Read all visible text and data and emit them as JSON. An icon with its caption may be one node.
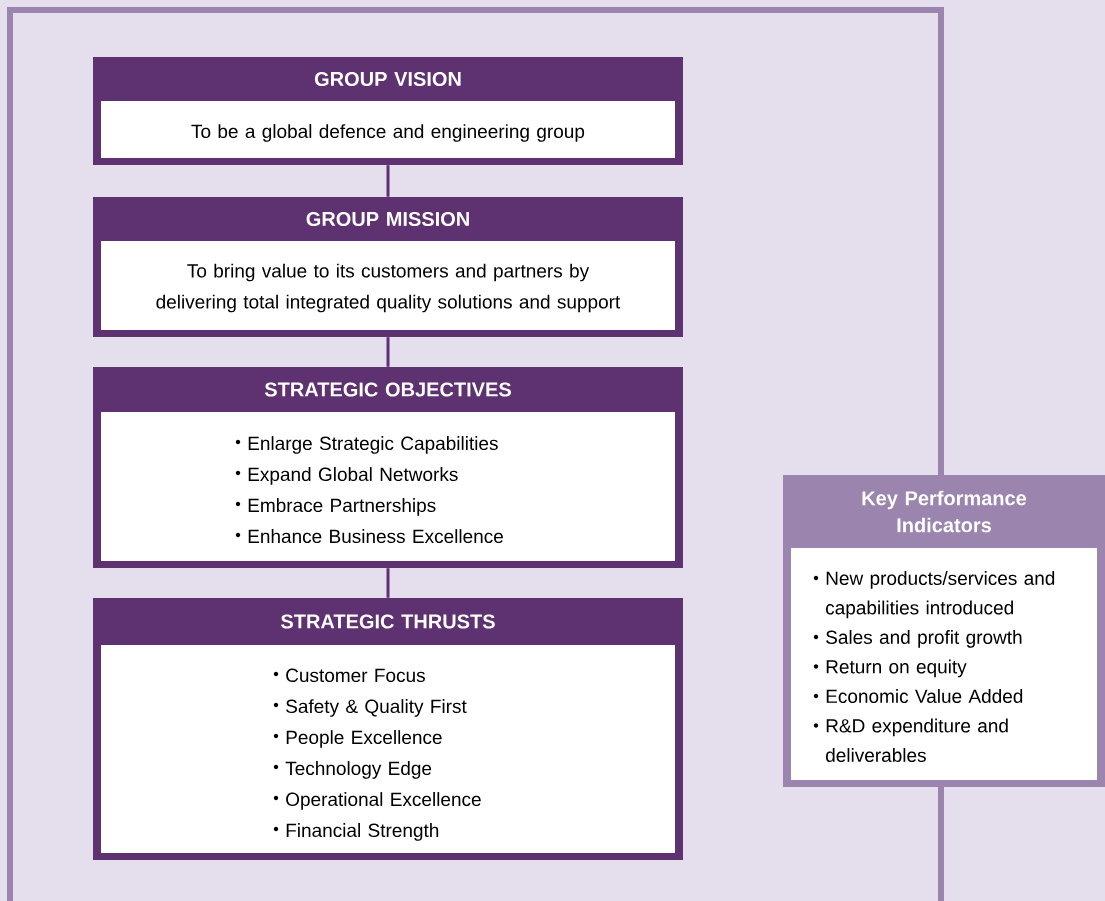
{
  "diagram": {
    "nodes": [
      {
        "text": [
          "GROUP VISION",
          "To be a global defence and engineering group"
        ]
      },
      {
        "text": [
          "GROUP MISSION",
          "To bring value to its customers and partners by delivering total integrated quality solutions and support"
        ]
      },
      {
        "text": [
          "STRATEGIC OBJECTIVES",
          "Enlarge Strategic Capabilities",
          "Expand Global Networks",
          "Embrace Partnerships",
          "Enhance Business Excellence"
        ]
      },
      {
        "text": [
          "STRATEGIC THRUSTS",
          "Customer Focus",
          "Safety & Quality First",
          "People Excellence",
          "Technology Edge",
          "Operational Excellence",
          "Financial Strength"
        ]
      },
      {
        "text": [
          "Key Performance Indicators",
          "New products/services and capabilities introduced",
          "Sales and profit growth",
          "Return on equity",
          "Economic Value Added",
          "R&D expenditure and deliverables"
        ]
      }
    ],
    "edges": [
      {
        "from": 0,
        "to": 1,
        "arrow": "none"
      },
      {
        "from": 1,
        "to": 2,
        "arrow": "none"
      },
      {
        "from": 2,
        "to": 3,
        "arrow": "none"
      }
    ]
  }
}
